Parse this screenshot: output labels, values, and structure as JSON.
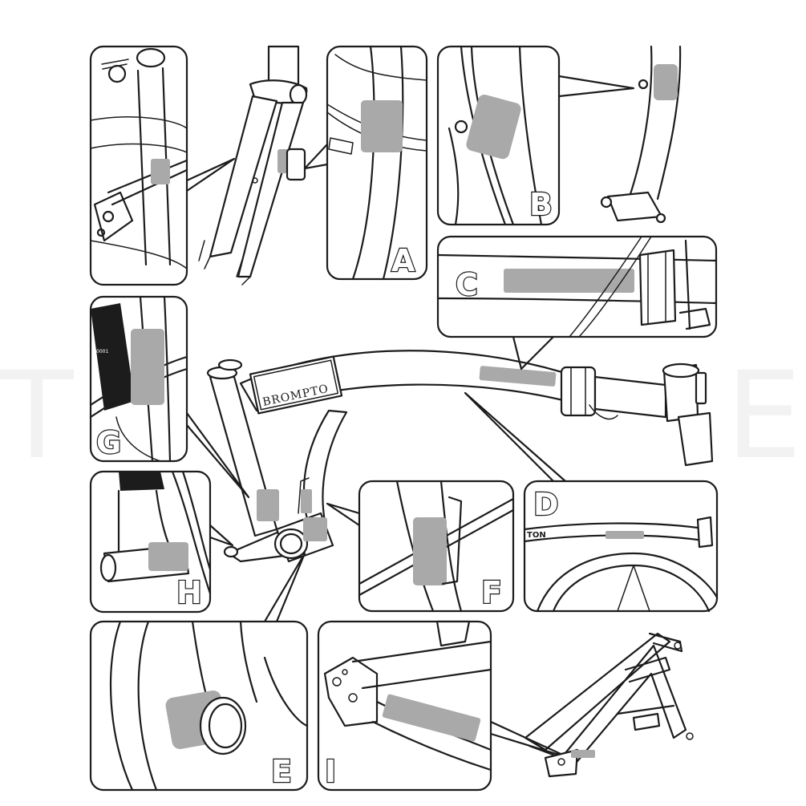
{
  "watermark": {
    "left": "T",
    "right": "E"
  },
  "frame": {
    "brand_label": "BROMPTO"
  },
  "panels": [
    {
      "id": "top-left",
      "label": ""
    },
    {
      "id": "A",
      "label": "A"
    },
    {
      "id": "B",
      "label": "B"
    },
    {
      "id": "C",
      "label": "C"
    },
    {
      "id": "G",
      "label": "G"
    },
    {
      "id": "H",
      "label": "H"
    },
    {
      "id": "F",
      "label": "F"
    },
    {
      "id": "D",
      "label": "D"
    },
    {
      "id": "E",
      "label": "E"
    },
    {
      "id": "I",
      "label": "I"
    }
  ],
  "panel_D": {
    "brand_fragment": "TON"
  }
}
